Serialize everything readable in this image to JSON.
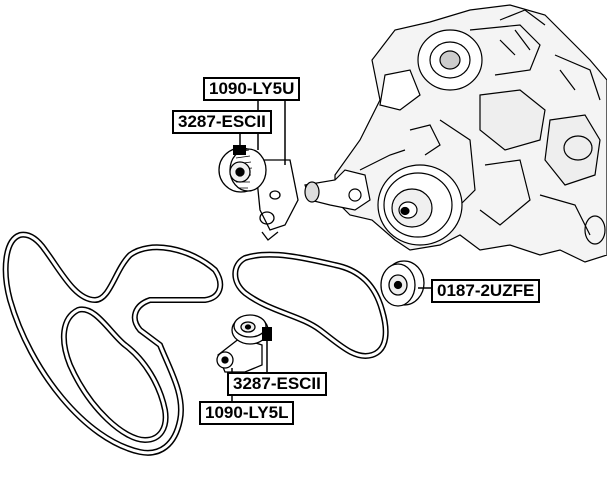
{
  "labels": {
    "idler_pulley_top": "1090-LY5U",
    "tensioner_top": "3287-ESCII",
    "idler_pulley_right": "0187-2UZFE",
    "tensioner_bottom": "3287-ESCII",
    "idler_pulley_bottom": "1090-LY5L"
  }
}
